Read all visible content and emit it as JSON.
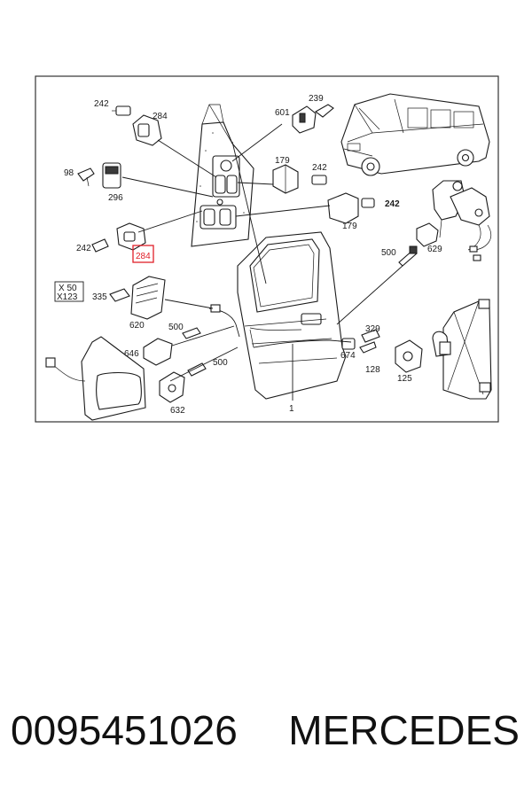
{
  "labels": {
    "p242a": "242",
    "p239": "239",
    "p284a": "284",
    "p601": "601",
    "p98": "98",
    "p296": "296",
    "p179a": "179",
    "p242b": "242",
    "p242bold": "242",
    "p179b": "179",
    "p242c": "242",
    "p284_highlight": "284",
    "p500a": "500",
    "p629": "629",
    "p335": "335",
    "p620": "620",
    "p500b": "500",
    "p329": "329",
    "p646": "646",
    "p674": "674",
    "p128": "128",
    "p500c": "500",
    "p125": "125",
    "p632": "632",
    "p1": "1"
  },
  "code_box": {
    "line1": "X 50",
    "line2": "X123"
  },
  "colors": {
    "highlight": "#e0202a",
    "ink": "#1a1a1a",
    "frame": "#333333"
  },
  "footer": {
    "part_number": "0095451026",
    "brand": "MERCEDES"
  }
}
